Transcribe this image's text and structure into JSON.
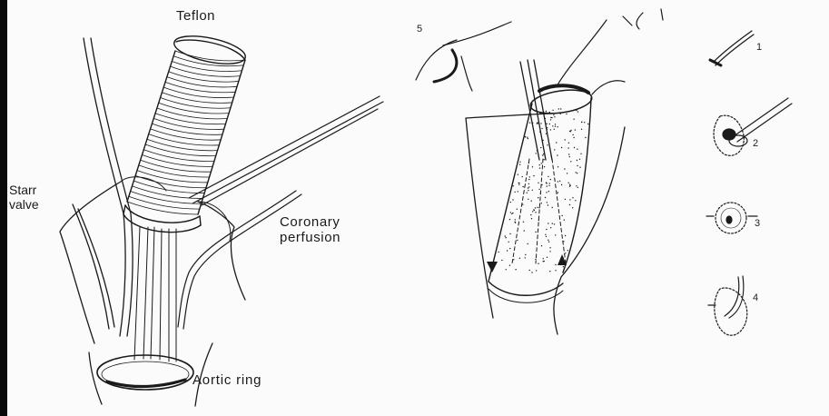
{
  "figure": {
    "labels": {
      "teflon": "Teflon",
      "starr_valve": "Starr valve",
      "coronary_perfusion": "Coronary perfusion",
      "aortic_ring": "Aortic ring"
    },
    "step_numbers": [
      "1",
      "2",
      "3",
      "4",
      "5"
    ]
  }
}
